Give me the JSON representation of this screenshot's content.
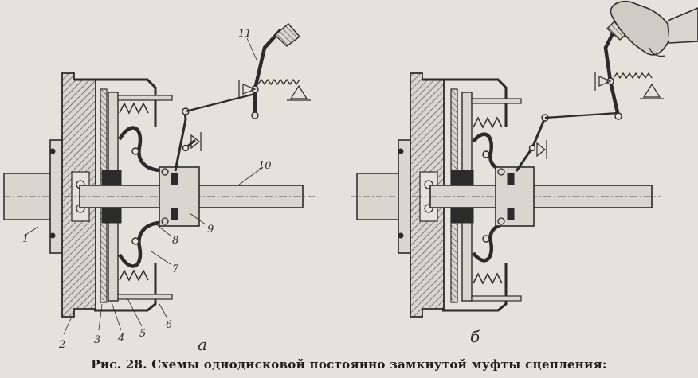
{
  "caption": "Рис. 28. Схемы однодисковой постоянно замкнутой муфты сцепления:",
  "panels": {
    "a": {
      "label": "а"
    },
    "b": {
      "label": "б"
    }
  },
  "part_labels": [
    "1",
    "2",
    "3",
    "4",
    "5",
    "6",
    "7",
    "8",
    "9",
    "10",
    "11"
  ],
  "colors": {
    "paper": "#e4e2dc",
    "ink": "#2b2b2b",
    "hatch": "#555555"
  }
}
